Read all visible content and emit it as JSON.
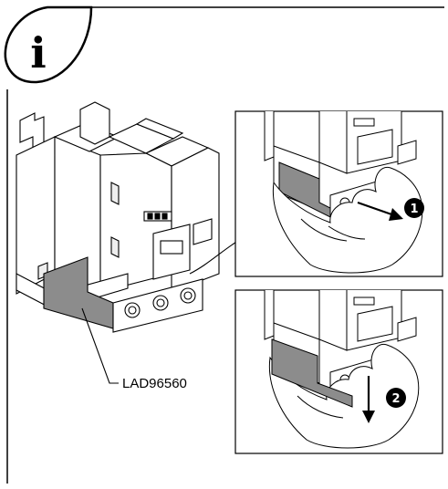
{
  "info_badge": {
    "glyph": "i",
    "icon": "info-icon"
  },
  "part_callout": {
    "label": "LAD96560"
  },
  "steps": [
    {
      "number": "1",
      "direction": "pull-out"
    },
    {
      "number": "2",
      "direction": "pull-down"
    }
  ],
  "colors": {
    "line": "#000000",
    "shield_fill": "#8c8c8c",
    "body_fill": "#ffffff",
    "badge_fill": "#000000"
  }
}
